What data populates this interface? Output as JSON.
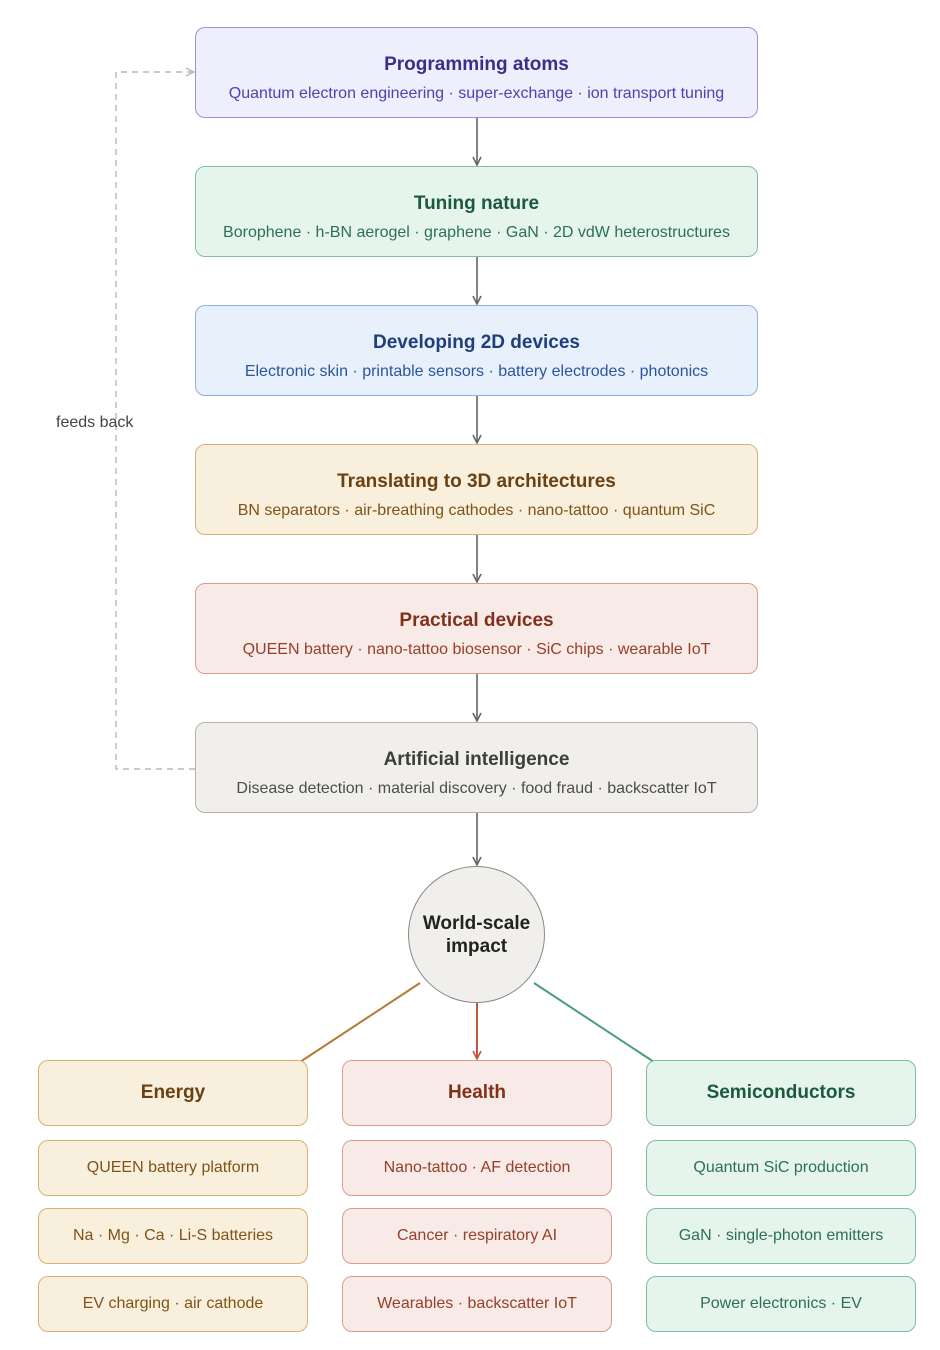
{
  "stages": [
    {
      "title": "Programming atoms",
      "subtitle": "Quantum electron engineering · super-exchange · ion transport tuning",
      "bg": "#eeeefc",
      "border": "#9a92db",
      "title_color": "#3b2e88",
      "sub_color": "#4e42b0"
    },
    {
      "title": "Tuning nature",
      "subtitle": "Borophene · h-BN aerogel · graphene · GaN · 2D vdW heterostructures",
      "bg": "#e5f4ed",
      "border": "#7fbf9f",
      "title_color": "#1c5a3c",
      "sub_color": "#2d7150"
    },
    {
      "title": "Developing 2D devices",
      "subtitle": "Electronic skin · printable sensors · battery electrodes · photonics",
      "bg": "#e7f0fb",
      "border": "#8fb1dd",
      "title_color": "#1e3f7a",
      "sub_color": "#2a56a0"
    },
    {
      "title": "Translating to 3D architectures",
      "subtitle": "BN separators · air-breathing cathodes · nano-tattoo · quantum SiC",
      "bg": "#f8efdc",
      "border": "#d6b277",
      "title_color": "#6a4112",
      "sub_color": "#805418"
    },
    {
      "title": "Practical devices",
      "subtitle": "QUEEN battery · nano-tattoo biosensor · SiC chips · wearable IoT",
      "bg": "#f8eae6",
      "border": "#d99c8d",
      "title_color": "#82301b",
      "sub_color": "#95402a"
    },
    {
      "title": "Artificial intelligence",
      "subtitle": "Disease detection · material discovery · food fraud · backscatter IoT",
      "bg": "#f0efeb",
      "border": "#b5b3ab",
      "title_color": "#3d3d3a",
      "sub_color": "#4d4d49"
    }
  ],
  "feedback_label": "feeds back",
  "hub_label": "World-scale\nimpact",
  "columns": [
    {
      "title": "Energy",
      "items": [
        "QUEEN battery platform",
        "Na · Mg · Ca · Li-S batteries",
        "EV charging · air cathode"
      ],
      "bg": "#f8efdc",
      "border": "#d6b277",
      "title_color": "#6a4112",
      "item_color": "#805418",
      "link_color": "#b37a34"
    },
    {
      "title": "Health",
      "items": [
        "Nano-tattoo · AF detection",
        "Cancer · respiratory AI",
        "Wearables · backscatter IoT"
      ],
      "bg": "#f8eae6",
      "border": "#d99c8d",
      "title_color": "#82301b",
      "item_color": "#95402a",
      "link_color": "#c0583c"
    },
    {
      "title": "Semiconductors",
      "items": [
        "Quantum SiC production",
        "GaN · single-photon emitters",
        "Power electronics · EV"
      ],
      "bg": "#e5f4ed",
      "border": "#7fbf9f",
      "title_color": "#1c5a3c",
      "item_color": "#2d7150",
      "link_color": "#4a9e7a"
    }
  ]
}
